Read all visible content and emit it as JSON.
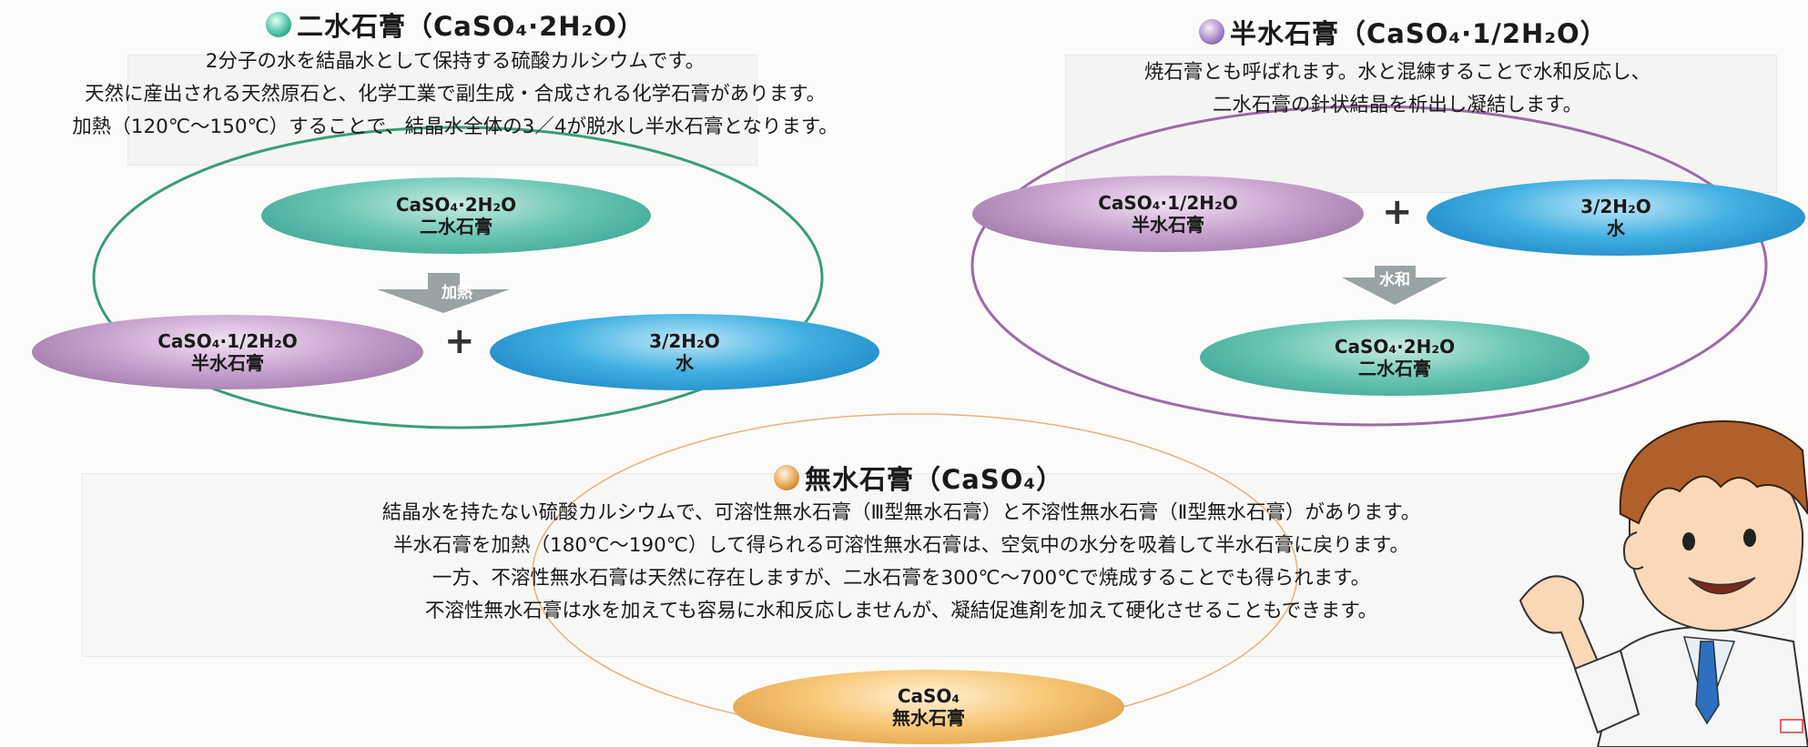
{
  "colors": {
    "dihydrate": "#2f9a8a",
    "hemihydrate": "#8c6a98",
    "water": "#1477b8",
    "anhydrous": "#d7913a",
    "arrow": "#9aa3a3"
  },
  "dihydrate": {
    "title": "二水石膏（CaSO₄·2H₂O）",
    "desc": [
      "2分子の水を結晶水として保持する硫酸カルシウムです。",
      "天然に産出される天然原石と、化学工業で副生成・合成される化学石膏があります。",
      "加熱（120℃～150℃）することで、結晶水全体の3／4が脱水し半水石膏となります。"
    ],
    "reaction": {
      "top": {
        "formula": "CaSO₄·2H₂O",
        "name": "二水石膏"
      },
      "arrow": "加熱",
      "left": {
        "formula": "CaSO₄·1/2H₂O",
        "name": "半水石膏"
      },
      "plus": "+",
      "right": {
        "formula": "3/2H₂O",
        "name": "水"
      }
    }
  },
  "hemihydrate": {
    "title": "半水石膏（CaSO₄·1/2H₂O）",
    "desc": [
      "焼石膏とも呼ばれます。水と混練することで水和反応し、",
      "二水石膏の針状結晶を析出し凝結します。"
    ],
    "reaction": {
      "left": {
        "formula": "CaSO₄·1/2H₂O",
        "name": "半水石膏"
      },
      "plus": "+",
      "right": {
        "formula": "3/2H₂O",
        "name": "水"
      },
      "arrow": "水和",
      "bottom": {
        "formula": "CaSO₄·2H₂O",
        "name": "二水石膏"
      }
    }
  },
  "anhydrous": {
    "title": "無水石膏（CaSO₄）",
    "desc": [
      "結晶水を持たない硫酸カルシウムで、可溶性無水石膏（Ⅲ型無水石膏）と不溶性無水石膏（Ⅱ型無水石膏）があります。",
      "半水石膏を加熱（180℃～190℃）して得られる可溶性無水石膏は、空気中の水分を吸着して半水石膏に戻ります。",
      "一方、不溶性無水石膏は天然に存在しますが、二水石膏を300℃～700℃で焼成することでも得られます。",
      "不溶性無水石膏は水を加えても容易に水和反応しませんが、凝結促進剤を加えて硬化させることもできます。"
    ],
    "pill": {
      "formula": "CaSO₄",
      "name": "無水石膏"
    }
  }
}
